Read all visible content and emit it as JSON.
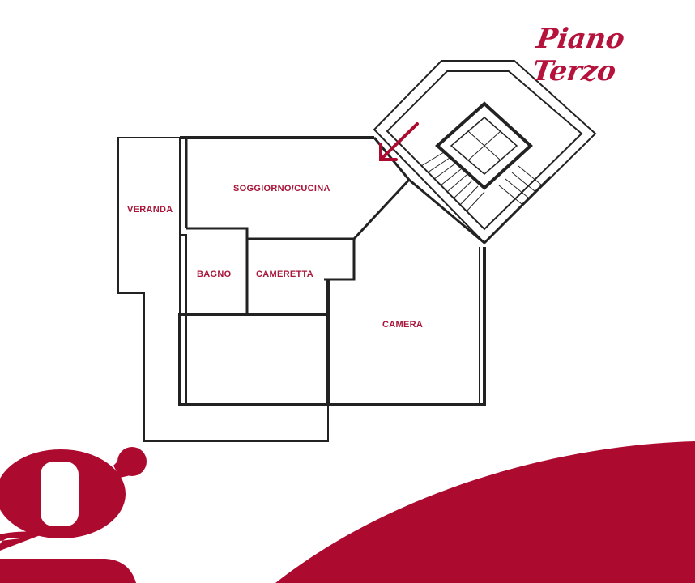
{
  "title": "Piano Terzo",
  "rooms": {
    "veranda": "VERANDA",
    "soggiorno": "SOGGIORNO/CUCINA",
    "bagno": "BAGNO",
    "cameretta": "CAMERETTA",
    "camera": "CAMERA"
  },
  "colors": {
    "brand": "#ad0a30",
    "walls": "#222222"
  },
  "logo": {
    "letter": "g"
  }
}
